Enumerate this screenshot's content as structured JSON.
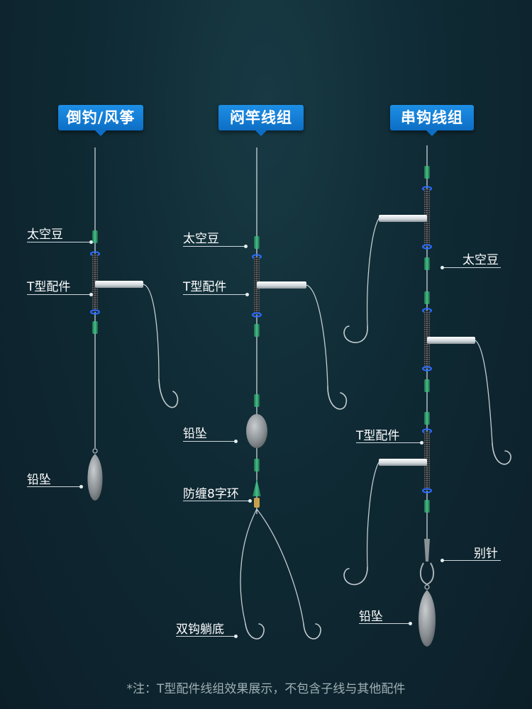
{
  "headers": {
    "rig1": "倒钓/风筝",
    "rig2": "闷竿线组",
    "rig3": "串钩线组"
  },
  "labels": {
    "rig1_space_bean": "太空豆",
    "rig1_t_connector": "T型配件",
    "rig1_sinker": "铅坠",
    "rig2_space_bean": "太空豆",
    "rig2_t_connector": "T型配件",
    "rig2_sinker": "铅坠",
    "rig2_swivel": "防缠8字环",
    "rig2_double_hook": "双钩躺底",
    "rig3_space_bean": "太空豆",
    "rig3_t_connector": "T型配件",
    "rig3_snap": "别针",
    "rig3_sinker": "铅坠"
  },
  "footnote": "*注：T型配件线组效果展示，不包含子线与其他配件",
  "colors": {
    "header_blue": "#1a86dd",
    "bead_green": "#2f9a6a",
    "ring_blue": "#2b6cff",
    "line": "#d9e2e6"
  }
}
